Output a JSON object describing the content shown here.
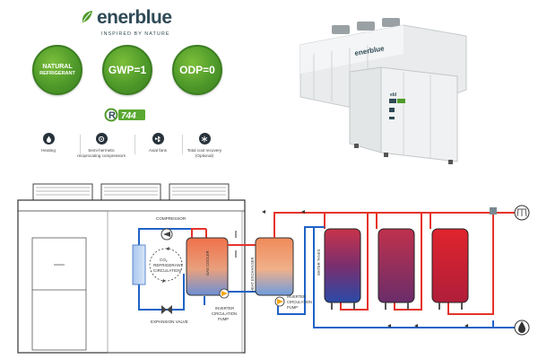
{
  "brand": {
    "name": "enerblue",
    "tagline": "INSPIRED BY NATURE"
  },
  "badges": [
    {
      "line1": "NATURAL",
      "line2": "REFRIGERANT"
    },
    {
      "line1": "GWP=1",
      "line2": ""
    },
    {
      "line1": "ODP=0",
      "line2": ""
    }
  ],
  "refrigerant_logo": {
    "prefix": "R",
    "number": "744"
  },
  "features": [
    {
      "icon": "flame-drop-icon",
      "label1": "Heating",
      "label2": "",
      "label3": ""
    },
    {
      "icon": "compressor-icon",
      "label1": "Semi-hermetic",
      "label2": "reciprocating compressors",
      "label3": ""
    },
    {
      "icon": "fan-icon",
      "label1": "Axial fans",
      "label2": "",
      "label3": ""
    },
    {
      "icon": "snowflake-icon",
      "label1": "Total cool recovery",
      "label2": "(Optional)",
      "label3": ""
    }
  ],
  "diagram": {
    "compressor": "COMPRESSOR",
    "co2_line1": "CO",
    "co2_sub": "2",
    "co2_line2": "REFRIGERANT",
    "co2_line3": "CIRCULATION",
    "expansion_valve": "EXPANSION VALVE",
    "gas_cooler": "GAS COOLER",
    "inverter_pump_1_line1": "INVERTER",
    "inverter_pump_1_line2": "CIRCULATION",
    "inverter_pump_1_line3": "PUMP",
    "heat_exchanger": "HEAT EXCHANGER",
    "inverter_pump_2_line1": "INVERTER",
    "inverter_pump_2_line2": "CIRCULATION",
    "inverter_pump_2_line3": "PUMP",
    "water_tanks": "WATER TANKS",
    "unit_badge": "ebl"
  },
  "colors": {
    "brand_green": "#4f9a2a",
    "dark_slate": "#2f4a56",
    "hot_line": "#e5332a",
    "cold_line": "#1f63c6"
  }
}
